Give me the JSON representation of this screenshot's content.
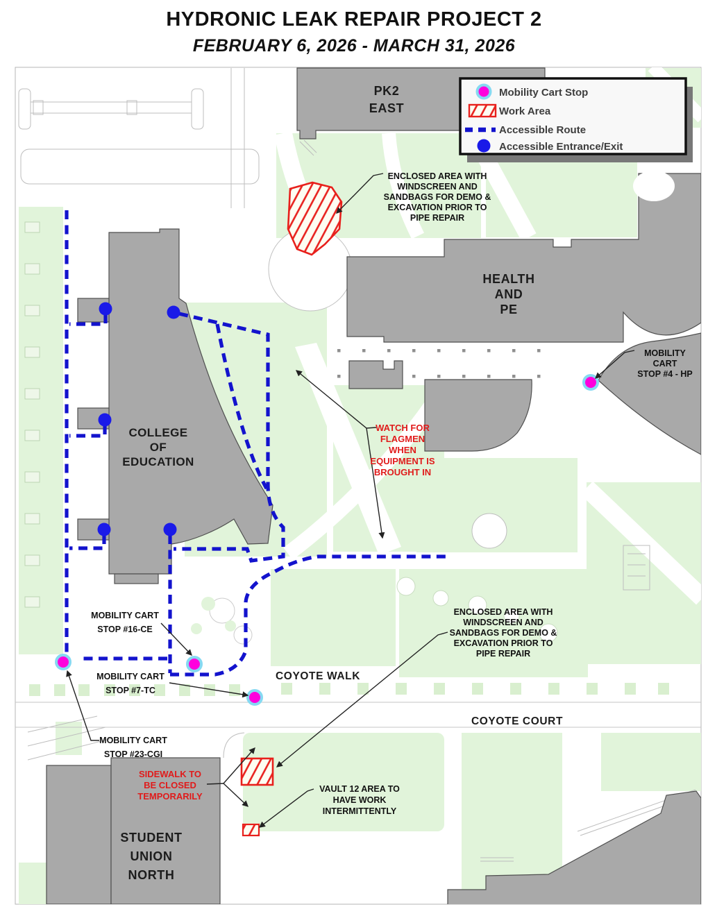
{
  "title": "HYDRONIC LEAK REPAIR PROJECT 2",
  "subtitle": "FEBRUARY 6, 2026 - MARCH 31, 2026",
  "legend": {
    "items": [
      "Mobility Cart Stop",
      "Work Area",
      "Accessible Route",
      "Accessible Entrance/Exit"
    ]
  },
  "buildings": {
    "pk2": [
      "PK2",
      "EAST"
    ],
    "health_pe": [
      "HEALTH",
      "AND",
      "PE"
    ],
    "college": [
      "COLLEGE",
      "OF",
      "EDUCATION"
    ],
    "student_union": [
      "STUDENT",
      "UNION",
      "NORTH"
    ]
  },
  "places": {
    "coyote_walk": "COYOTE WALK",
    "coyote_court": "COYOTE COURT"
  },
  "annotations": {
    "enclosed_top": [
      "ENCLOSED AREA WITH",
      "WINDSCREEN AND",
      "SANDBAGS FOR DEMO &",
      "EXCAVATION PRIOR TO",
      "PIPE REPAIR"
    ],
    "enclosed_bottom": [
      "ENCLOSED AREA WITH",
      "WINDSCREEN AND",
      "SANDBAGS FOR DEMO &",
      "EXCAVATION PRIOR TO",
      "PIPE REPAIR"
    ],
    "flagmen": [
      "WATCH FOR",
      "FLAGMEN",
      "WHEN",
      "EQUIPMENT IS",
      "BROUGHT IN"
    ],
    "sidewalk": [
      "SIDEWALK TO",
      "BE CLOSED",
      "TEMPORARILY"
    ],
    "vault": [
      "VAULT 12 AREA TO",
      "HAVE WORK",
      "INTERMITTENTLY"
    ],
    "stop4": [
      "MOBILITY",
      "CART",
      "STOP #4 - HP"
    ],
    "stop16": [
      "MOBILITY CART",
      "STOP #16-CE"
    ],
    "stop7": [
      "MOBILITY CART",
      "STOP #7-TC"
    ],
    "stop23": [
      "MOBILITY CART",
      "STOP #23-CGI"
    ]
  },
  "colors": {
    "route_blue": "#1313cd",
    "entrance_blue": "#1a1ae8",
    "cart_stop_magenta": "#ff00dd",
    "cart_stop_ring": "#86d9f2",
    "work_area_red": "#e8201c",
    "annotation_red": "#e01b1b",
    "building_gray": "#a9a9a9",
    "grass_green": "#e1f4da"
  }
}
